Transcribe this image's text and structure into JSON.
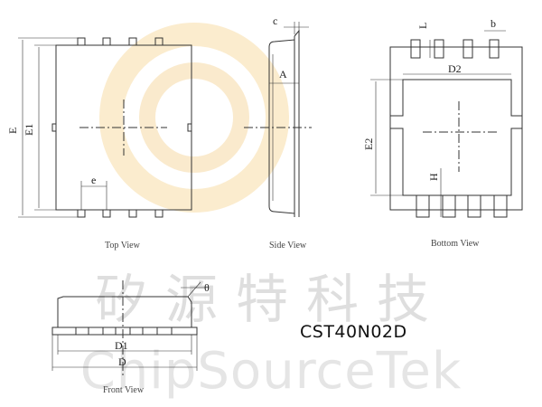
{
  "watermark": {
    "chinese": "矽源特科技",
    "english": "ChipSourceTek",
    "logo_colors": [
      "#f5d090",
      "#f9e3b8"
    ]
  },
  "part_number": "CST40N02D",
  "views": {
    "top": "Top View",
    "side": "Side View",
    "bottom": "Bottom View",
    "front": "Front View"
  },
  "dimensions": {
    "E": "E",
    "E1": "E1",
    "e": "e",
    "c": "c",
    "A": "A",
    "L": "L",
    "b": "b",
    "D2": "D2",
    "E2": "E2",
    "H": "H",
    "D1": "D1",
    "D": "D",
    "theta": "θ"
  }
}
